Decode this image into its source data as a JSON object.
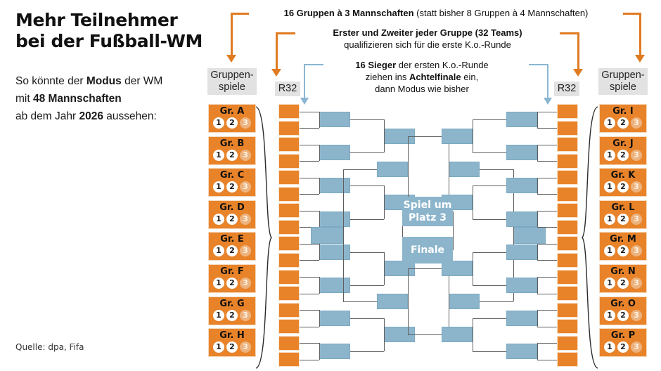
{
  "headline": {
    "line1": "Mehr Teilnehmer",
    "line2": "bei der Fußball-WM"
  },
  "subhead": {
    "part1": "So könnte der ",
    "bold1": "Modus",
    "part2": " der WM",
    "part3": "mit ",
    "bold2": "48 Mannschaften",
    "part4": "ab dem Jahr ",
    "bold3": "2026",
    "part5": " aussehen:"
  },
  "source": "Quelle: dpa, Fifa",
  "annotations": {
    "groups": {
      "bold": "16 Gruppen à 3 Mannschaften",
      "rest": " (statt bisher 8 Gruppen à 4 Mannschaften)"
    },
    "qualify": {
      "bold": "Erster und Zweiter jeder Gruppe (32 Teams)",
      "line2": "qualifizieren sich für die erste K.o.-Runde"
    },
    "winners": {
      "bold1": "16 Sieger",
      "rest1": " der ersten K.o.-Runde",
      "line2_a": "ziehen ins ",
      "line2_bold": "Achtelfinale",
      "line2_b": " ein,",
      "line3": "dann Modus wie bisher"
    }
  },
  "columns": {
    "group_header_left": "Gruppen-\nspiele",
    "group_header_left_l1": "Gruppen-",
    "group_header_left_l2": "spiele",
    "group_header_right_l1": "Gruppen-",
    "group_header_right_l2": "spiele",
    "r32_left": "R32",
    "r32_right": "R32"
  },
  "groups_left": [
    {
      "name": "Gr. A",
      "slots": [
        "1",
        "2",
        "3"
      ]
    },
    {
      "name": "Gr. B",
      "slots": [
        "1",
        "2",
        "3"
      ]
    },
    {
      "name": "Gr. C",
      "slots": [
        "1",
        "2",
        "3"
      ]
    },
    {
      "name": "Gr. D",
      "slots": [
        "1",
        "2",
        "3"
      ]
    },
    {
      "name": "Gr. E",
      "slots": [
        "1",
        "2",
        "3"
      ]
    },
    {
      "name": "Gr. F",
      "slots": [
        "1",
        "2",
        "3"
      ]
    },
    {
      "name": "Gr. G",
      "slots": [
        "1",
        "2",
        "3"
      ]
    },
    {
      "name": "Gr. H",
      "slots": [
        "1",
        "2",
        "3"
      ]
    }
  ],
  "groups_right": [
    {
      "name": "Gr. I",
      "slots": [
        "1",
        "2",
        "3"
      ]
    },
    {
      "name": "Gr. J",
      "slots": [
        "1",
        "2",
        "3"
      ]
    },
    {
      "name": "Gr. K",
      "slots": [
        "1",
        "2",
        "3"
      ]
    },
    {
      "name": "Gr. L",
      "slots": [
        "1",
        "2",
        "3"
      ]
    },
    {
      "name": "Gr. M",
      "slots": [
        "1",
        "2",
        "3"
      ]
    },
    {
      "name": "Gr. N",
      "slots": [
        "1",
        "2",
        "3"
      ]
    },
    {
      "name": "Gr. O",
      "slots": [
        "1",
        "2",
        "3"
      ]
    },
    {
      "name": "Gr. P",
      "slots": [
        "1",
        "2",
        "3"
      ]
    }
  ],
  "center_boxes": {
    "third_place_l1": "Spiel um",
    "third_place_l2": "Platz 3",
    "final": "Finale"
  },
  "counts": {
    "r32_boxes_per_side": 16,
    "round16_boxes_per_side": 8,
    "quarter_boxes_per_side": 4,
    "semi_boxes_per_side": 2,
    "final_boxes_per_side": 1
  },
  "colors": {
    "orange": "#e8832a",
    "orange_line": "#e07b20",
    "blue": "#8cb5cc",
    "blue_line": "#8ab6d2",
    "header_bg": "#e2e2e2",
    "connector": "#5e5e5e"
  }
}
